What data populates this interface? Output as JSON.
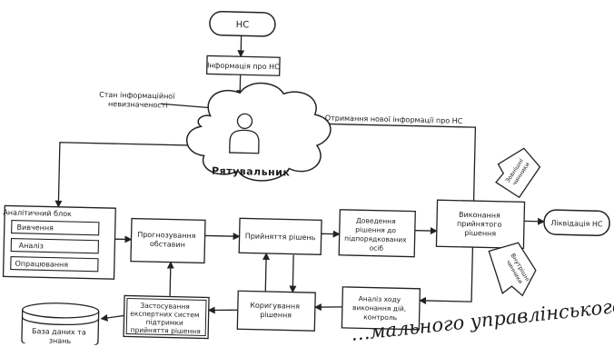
{
  "nodes": {
    "ns_start": "НС",
    "info": "Інформація про НС",
    "uncertainty": [
      "Стан інформаційної",
      "невизначеності"
    ],
    "rescuer": "Рятувальник",
    "new_info": "Отримання нової інформації про НС",
    "analytic": {
      "title": "Аналітичний блок",
      "items": [
        "Вивчення",
        "Аналіз",
        "Опрацювання"
      ]
    },
    "forecast": [
      "Прогнозування",
      "обставин"
    ],
    "decision": "Прийняття рішень",
    "bringing": [
      "Доведення",
      "рішення до",
      "підпорядкованих",
      "осіб"
    ],
    "execution": [
      "Виконання",
      "прийнятого",
      "рішення"
    ],
    "liquidation": "Ліквідація НС",
    "external_factors": [
      "Зовнішні",
      "чинники"
    ],
    "internal_factors": [
      "Внутрішні",
      "чинники"
    ],
    "analysis": [
      "Аналіз ходу",
      "виконання дій,",
      "контроль"
    ],
    "correction": [
      "Коригування",
      "рішення"
    ],
    "expert": [
      "Застосування",
      "експертних систем",
      "підтримки",
      "прийняття рішення"
    ],
    "database": [
      "База даних та",
      "знань"
    ]
  },
  "caption": "…мального управлінського рі"
}
